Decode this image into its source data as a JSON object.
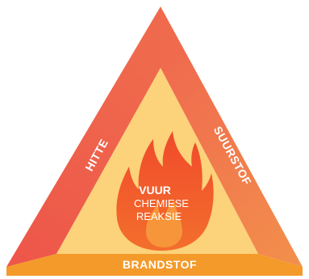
{
  "diagram": {
    "labels": {
      "left": "HITTE",
      "right": "SUURSTOF",
      "bottom": "BRANDSTOF"
    },
    "center": {
      "title": "VUUR",
      "line1": "CHEMIESE",
      "line2": "REAKSIE"
    },
    "colors": {
      "left_side": "#ec5a4a",
      "right_side": "#f07850",
      "base": "#f39a2a",
      "inner": "#fcd27a",
      "flame_outer": "#f2552c",
      "flame_inner": "#f68a2e",
      "text": "#ffffff"
    },
    "icon": "flame-icon"
  }
}
